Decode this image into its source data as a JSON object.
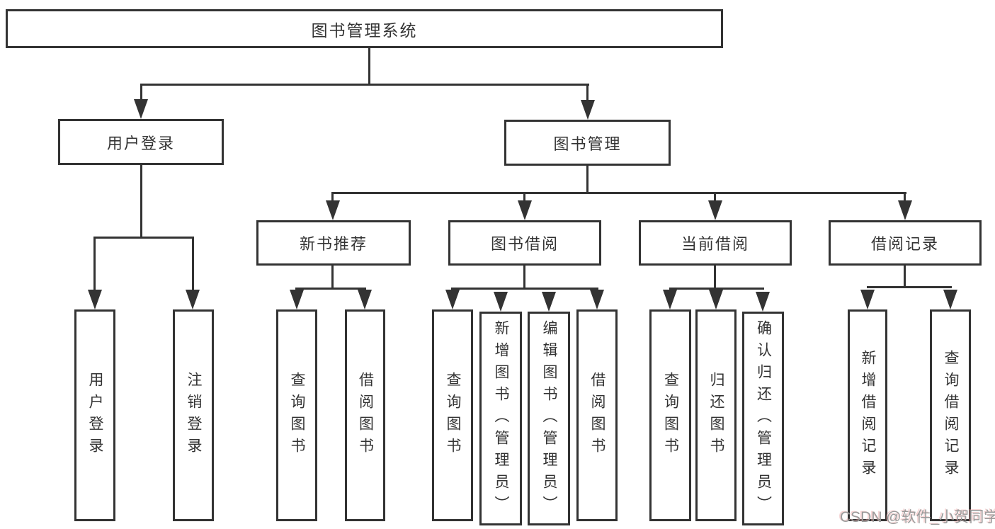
{
  "diagram": {
    "root": {
      "label": "图书管理系统"
    },
    "user_login": {
      "label": "用户登录",
      "leaves": {
        "login": "用户登录",
        "logout": "注销登录"
      }
    },
    "book_management": {
      "label": "图书管理",
      "new_book_recommend": {
        "label": "新书推荐",
        "leaves": {
          "search_books": "查询图书",
          "borrow_books": "借阅图书"
        }
      },
      "book_borrowing": {
        "label": "图书借阅",
        "leaves": {
          "search_books": "查询图书",
          "add_books": "新增图书（管理员）",
          "edit_books": "编辑图书（管理员）",
          "borrow_books": "借阅图书"
        }
      },
      "current_borrowing": {
        "label": "当前借阅",
        "leaves": {
          "search_books": "查询图书",
          "return_books": "归还图书",
          "confirm_return": "确认归还（管理员）"
        }
      },
      "borrowing_records": {
        "label": "借阅记录",
        "leaves": {
          "add_record": "新增借阅记录",
          "search_record": "查询借阅记录"
        }
      }
    }
  },
  "watermark": {
    "text": "CSDN @软件_小贺同学"
  },
  "colors": {
    "line": "#333333",
    "box_fill": "#ffffff",
    "text": "#333333",
    "background": "#ffffff",
    "watermark_text": "#9b9b9b"
  }
}
